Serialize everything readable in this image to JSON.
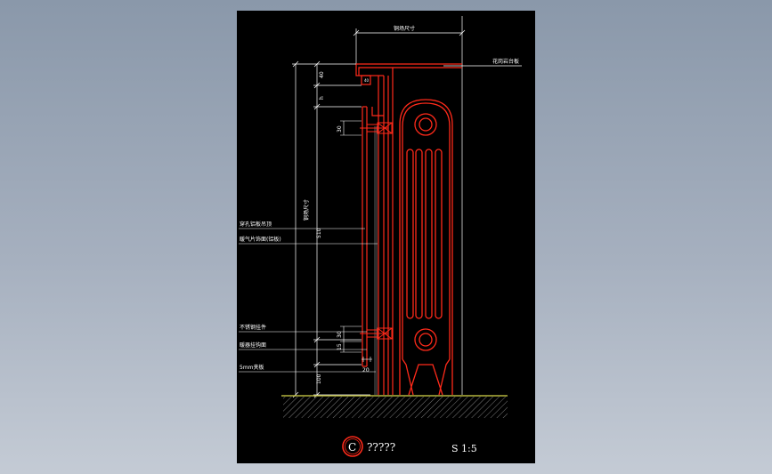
{
  "labels": {
    "top_dimension": "铜场尺寸",
    "right_label": "花岗岩台板",
    "left_vertical_dimension": "铜场尺寸",
    "left_label_1": "穿孔铝板吊顶",
    "left_label_2": "暖气片饰面(铝板)",
    "left_label_3": "不锈钢挂件",
    "left_label_4": "暖器挂钩面",
    "left_label_5": "5mm夹板"
  },
  "dimensions": {
    "d40": "40",
    "dh": "h",
    "d40_small": "40",
    "d30": "30",
    "d510": "510",
    "d30_b": "30",
    "d15": "15",
    "d20": "20",
    "d100": "100"
  },
  "title": {
    "symbol": "C",
    "text": "?????",
    "scale": "S 1:5"
  },
  "colors": {
    "background_sheet": "#000000",
    "line_white": "#ffffff",
    "line_red": "#ff2a1a",
    "floor_yellow": "#d8d84a",
    "hatch": "#9a9a9a"
  }
}
